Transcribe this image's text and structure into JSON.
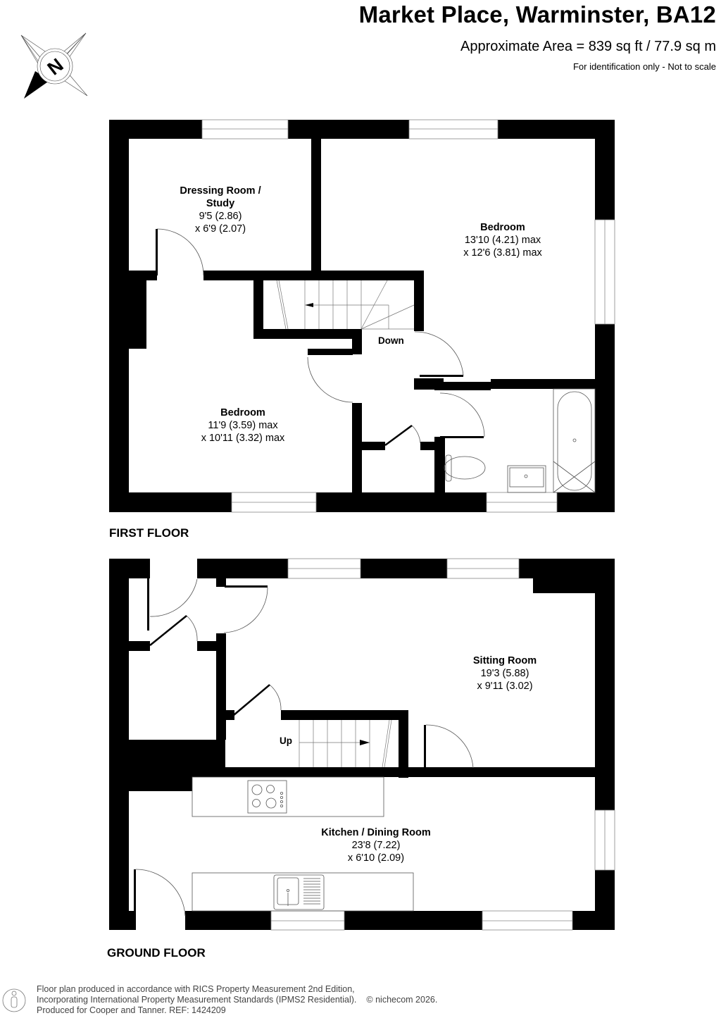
{
  "header": {
    "title": "Market Place, Warminster, BA12",
    "area": "Approximate Area = 839 sq ft / 77.9 sq m",
    "disclaimer": "For identification only - Not to scale",
    "compass_icon": "north-compass-icon",
    "compass_letter": "N"
  },
  "floors": [
    {
      "label": "FIRST FLOOR",
      "rooms": [
        {
          "name": "Dressing Room /",
          "name2": "Study",
          "dim1": "9'5 (2.86)",
          "dim2": "x 6'9 (2.07)"
        },
        {
          "name": "Bedroom",
          "dim1": "13'10 (4.21) max",
          "dim2": "x 12'6 (3.81) max"
        },
        {
          "name": "Bedroom",
          "dim1": "11'9 (3.59) max",
          "dim2": "x 10'11 (3.32) max"
        }
      ],
      "stairs_label": "Down"
    },
    {
      "label": "GROUND FLOOR",
      "rooms": [
        {
          "name": "Sitting Room",
          "dim1": "19'3 (5.88)",
          "dim2": "x 9'11 (3.02)"
        },
        {
          "name": "Kitchen / Dining Room",
          "dim1": "23'8 (7.22)",
          "dim2": "x 6'10 (2.09)"
        }
      ],
      "stairs_label": "Up"
    }
  ],
  "footer": {
    "line1": "Floor plan produced in accordance with RICS Property Measurement 2nd Edition,",
    "line2": "Incorporating International Property Measurement Standards (IPMS2 Residential).",
    "copyright": "© nichecom 2026.",
    "line3": "Produced for Cooper and Tanner.   REF:  1424209",
    "icon": "person-icon"
  },
  "colors": {
    "wall": "#000000",
    "fixture_line": "#555555",
    "background": "#ffffff"
  }
}
